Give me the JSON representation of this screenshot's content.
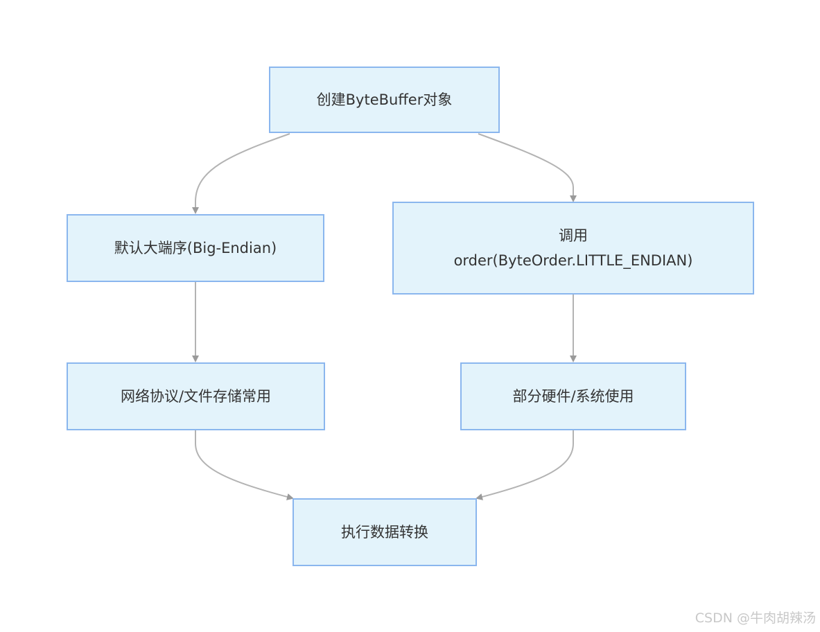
{
  "nodes": {
    "create": {
      "label": "创建ByteBuffer对象"
    },
    "default_big": {
      "label": "默认大端序(Big-Endian)"
    },
    "call_order": {
      "line1": "调用",
      "line2": "order(ByteOrder.LITTLE_ENDIAN)"
    },
    "network": {
      "label": "网络协议/文件存储常用"
    },
    "hardware": {
      "label": "部分硬件/系统使用"
    },
    "convert": {
      "label": "执行数据转换"
    }
  },
  "watermark": "CSDN @牛肉胡辣汤",
  "colors": {
    "node_fill": "#e3f3fb",
    "node_border": "#8ab6ee",
    "edge": "#b3b3b3",
    "arrow": "#9a9a9a",
    "text": "#333333"
  }
}
